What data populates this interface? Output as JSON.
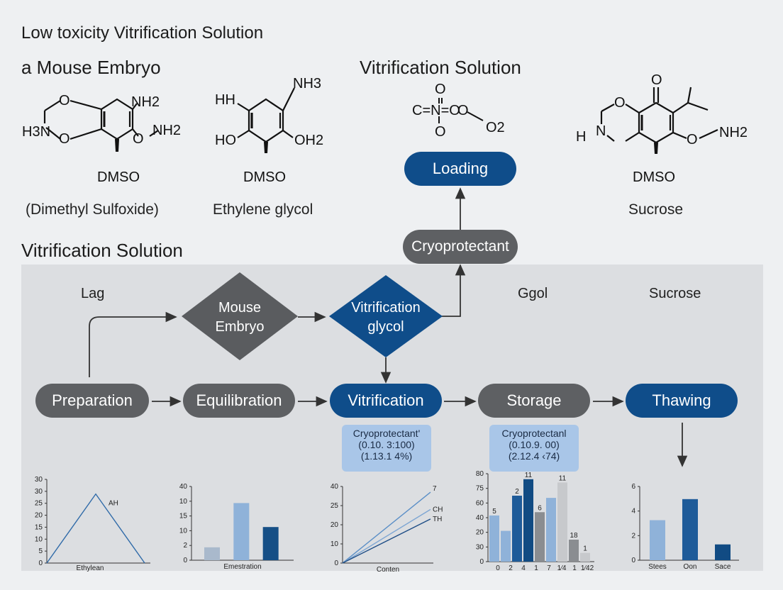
{
  "main_title": "Low toxicity Vitrification Solution",
  "section_a": "a Mouse Embryo",
  "section_right": "Vitrification Solution",
  "section_left2": "Vitrification Solution",
  "molecules": [
    {
      "name": "DMSO",
      "caption": "(Dimethyl Sulfoxide)",
      "atoms": [
        "O",
        "NH2",
        "H3N",
        "O",
        "O",
        "NH2"
      ]
    },
    {
      "name": "DMSO",
      "caption": "Ethylene glycol",
      "atoms": [
        "HH",
        "NH3",
        "HO",
        "OH2"
      ]
    },
    {
      "name": "",
      "caption": "",
      "atoms": [
        "O",
        "C=N=O",
        "O",
        "O2",
        "O"
      ]
    },
    {
      "name": "DMSO",
      "caption": "Sucrose",
      "atoms": [
        "O",
        "H",
        "N",
        "O",
        "O",
        "NH2"
      ]
    }
  ],
  "flow": {
    "loading": "Loading",
    "cryoprotectant": "Cryoprotectant",
    "diamond1": "Mouse\nEmbryo",
    "diamond2": "Vitrification\nglycol",
    "labels": [
      "Lag",
      "Ggol",
      "Sucrose"
    ],
    "steps": [
      "Preparation",
      "Equilibration",
      "Vitrification",
      "Storage",
      "Thawing"
    ],
    "notes": [
      "Cryoprotectant'\n(0.10. 3:100)\n(1.13.1 4%)",
      "Cryoprotectanl\n(0.10.9. 00)\n(2.12.4 ‹74)"
    ]
  },
  "chart_data": [
    {
      "type": "line",
      "y_ticks": [
        "30",
        "30",
        "25",
        "20",
        "15",
        "10",
        "5",
        "0"
      ],
      "x": [
        0,
        5,
        10
      ],
      "values": [
        0,
        33,
        0
      ],
      "annotation": "AH",
      "xlabel": "Ethylean",
      "ylim": [
        0,
        40
      ]
    },
    {
      "type": "bar",
      "y_ticks": [
        "40",
        "10",
        "15",
        "10",
        "2",
        "0"
      ],
      "values": [
        7,
        31,
        18
      ],
      "colors": [
        "#a9b9cc",
        "#8fb2d9",
        "#164f86"
      ],
      "xlabel": "Emestration",
      "ylim": [
        0,
        40
      ]
    },
    {
      "type": "line",
      "y_ticks": [
        "40",
        "25",
        "20",
        "10",
        "0"
      ],
      "series": [
        {
          "name": "7",
          "values": [
            0,
            37
          ]
        },
        {
          "name": "CH",
          "values": [
            0,
            28
          ]
        },
        {
          "name": "TH",
          "values": [
            0,
            23
          ]
        }
      ],
      "xlabel": "Conten",
      "ylim": [
        0,
        40
      ]
    },
    {
      "type": "bar",
      "y_ticks": [
        "80",
        "75",
        "60",
        "40",
        "20",
        "30",
        "0"
      ],
      "x_ticks": [
        "0",
        "2",
        "4",
        "1",
        "7",
        "1⁄4",
        "1",
        "1⁄42"
      ],
      "values": [
        42,
        28,
        60,
        75,
        45,
        58,
        72,
        20,
        8
      ],
      "top_labels": [
        "5",
        "",
        "2",
        "11",
        "6",
        "",
        "11",
        "18",
        "1"
      ],
      "colors": [
        "#8fb2d9",
        "#8fb2d9",
        "#1e5b99",
        "#114b83",
        "#8a8d91",
        "#8fb2d9",
        "#c7c9cc",
        "#8a8d91",
        "#c7c9cc"
      ],
      "ylim": [
        0,
        80
      ]
    },
    {
      "type": "bar",
      "y_ticks": [
        "6",
        "4",
        "2",
        "0"
      ],
      "categories": [
        "Stees",
        "Oon",
        "Sace"
      ],
      "values": [
        3.8,
        5.8,
        1.5
      ],
      "colors": [
        "#8fb2d9",
        "#1e5b99",
        "#114b83"
      ],
      "ylim": [
        0,
        7
      ]
    }
  ]
}
